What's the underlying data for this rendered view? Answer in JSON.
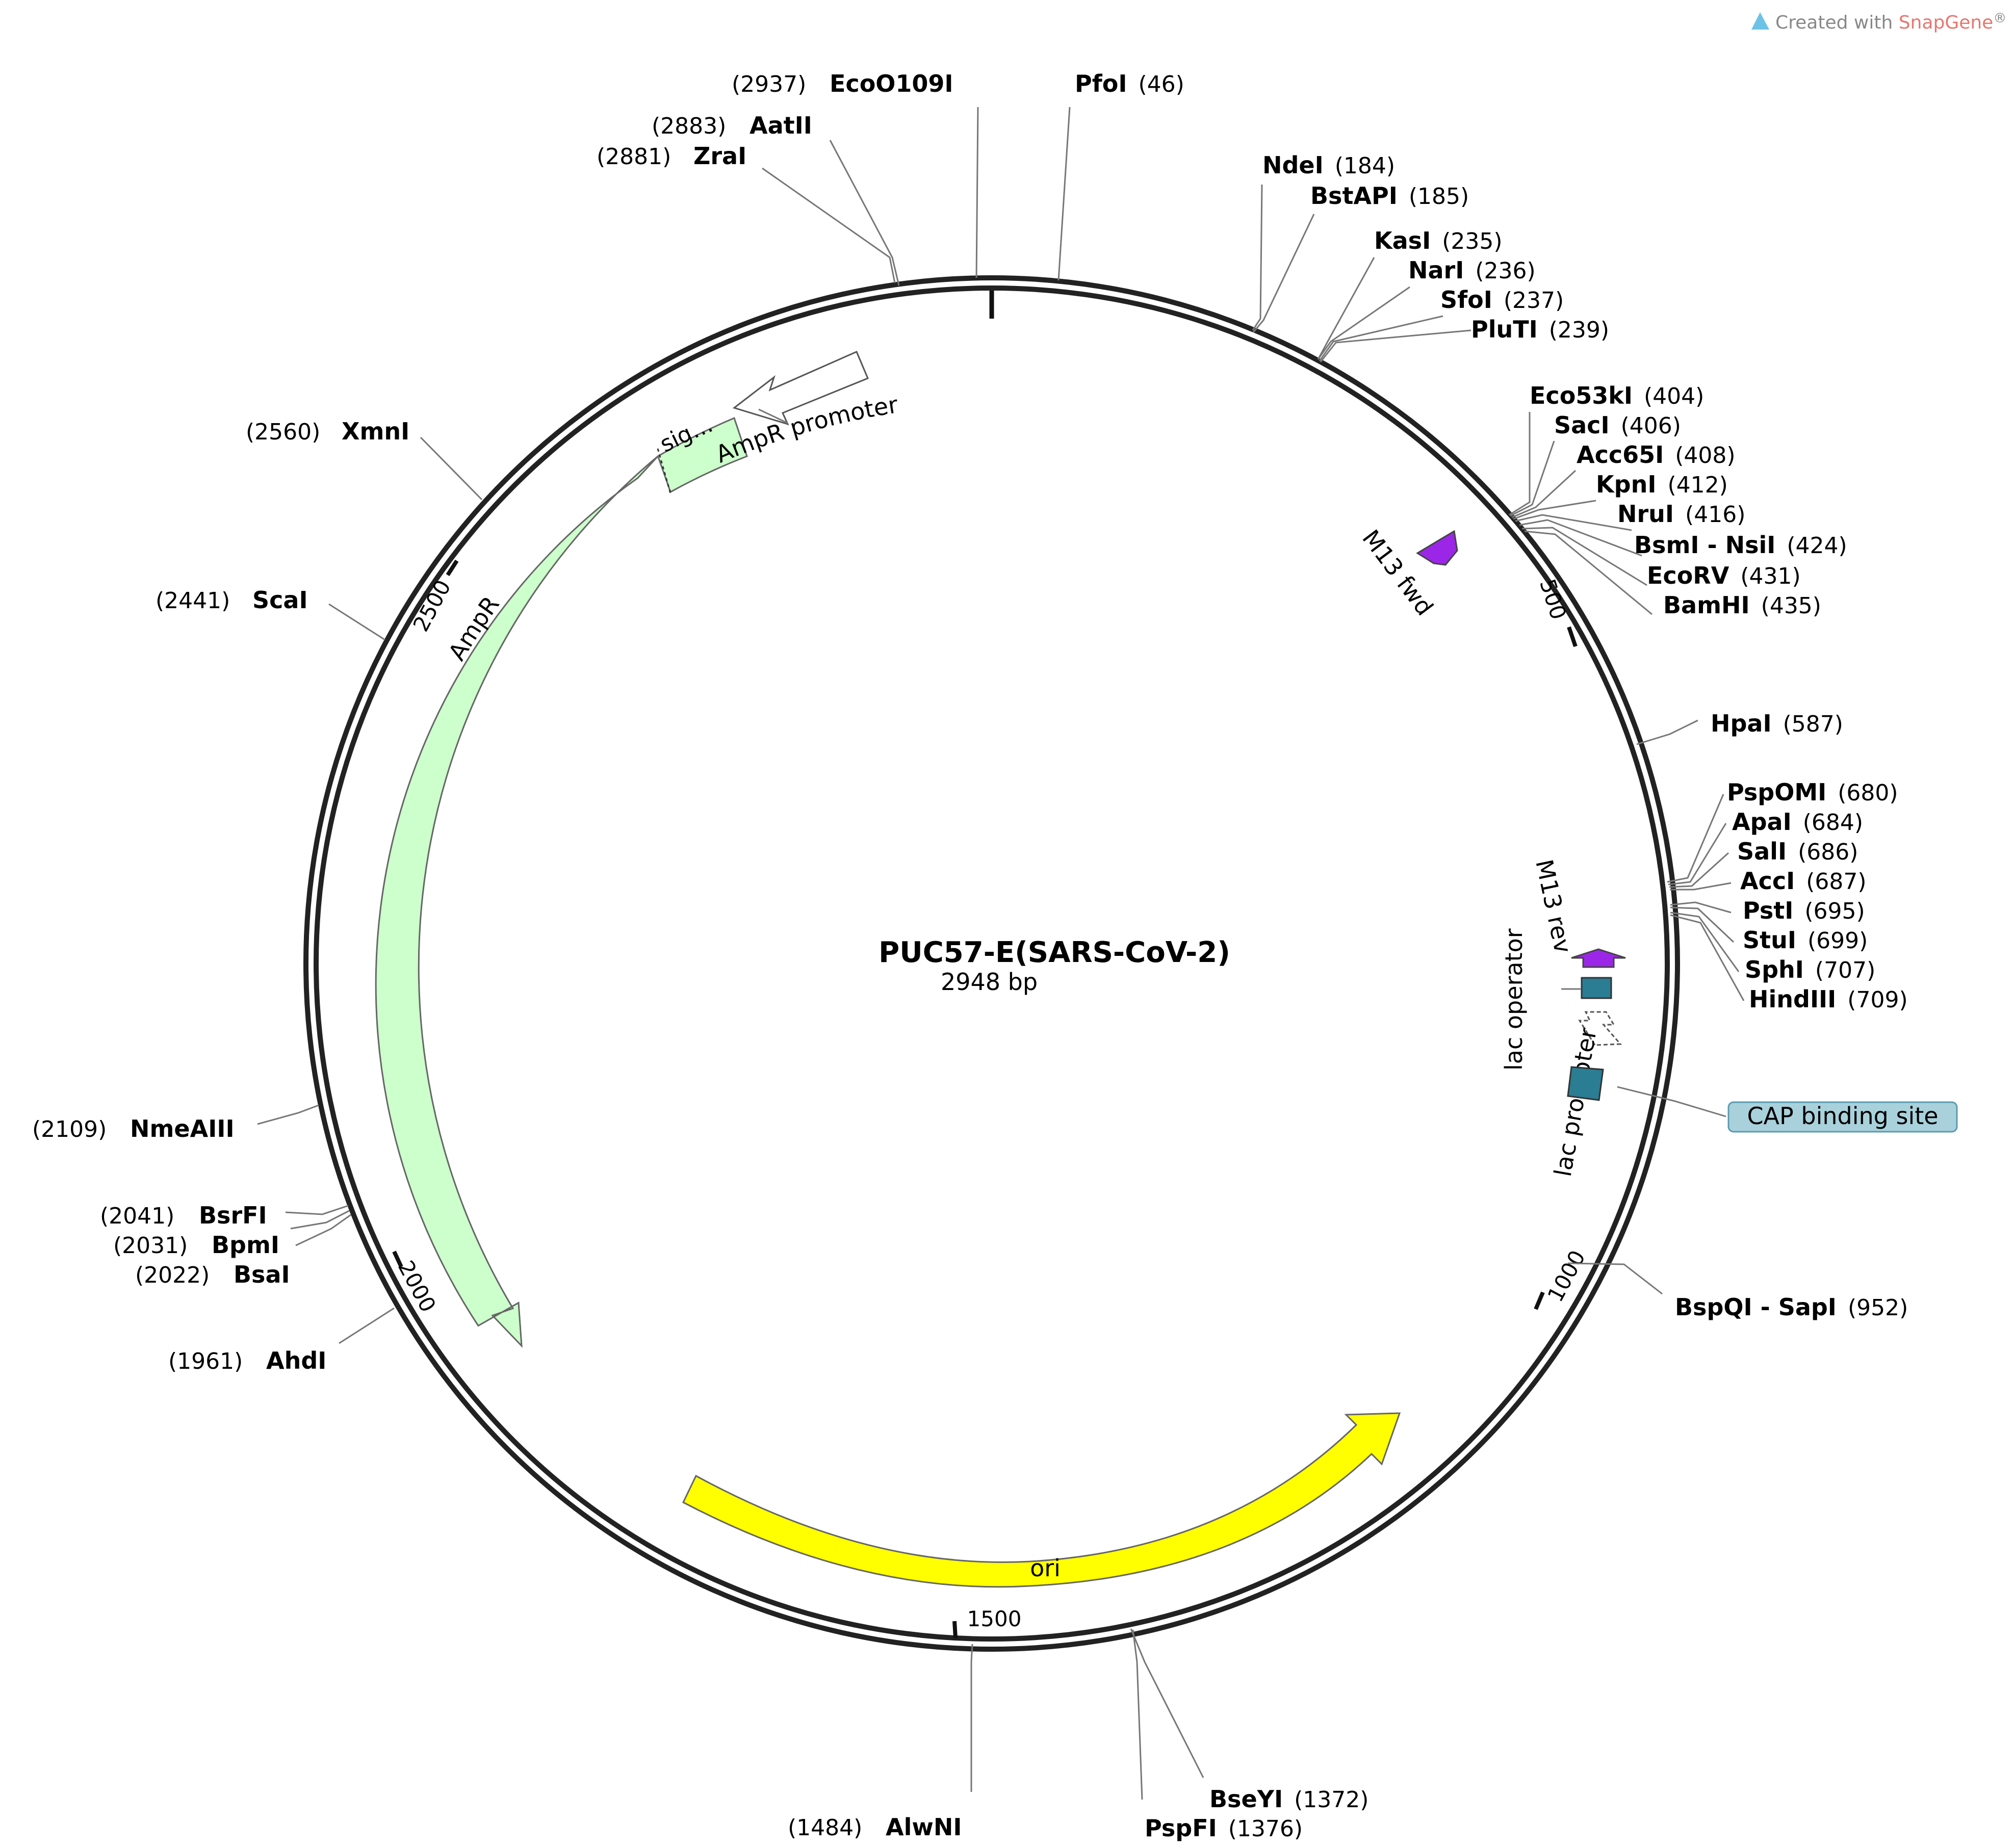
{
  "plasmid": {
    "name": "PUC57-E(SARS-CoV-2)",
    "length_label": "2948 bp",
    "length": 2948
  },
  "watermark": {
    "prefix": "Created with ",
    "brand": "SnapGene",
    "suffix": "®"
  },
  "colors": {
    "backbone": "#222222",
    "ampr": "#ccffcc",
    "ori": "#ffff00",
    "m13": "#9b26e8",
    "lac_operator": "#2a7d93",
    "cap": "#a8d1dc"
  },
  "ticks": [
    {
      "bp": 500,
      "label": "500"
    },
    {
      "bp": 1000,
      "label": "1000"
    },
    {
      "bp": 1500,
      "label": "1500"
    },
    {
      "bp": 2000,
      "label": "2000"
    },
    {
      "bp": 2500,
      "label": "2500"
    }
  ],
  "features": [
    {
      "id": "ampr",
      "label": "AmpR",
      "icon": "arrow-ccw"
    },
    {
      "id": "ampr_sig",
      "label": "sig…",
      "icon": "signal-segment"
    },
    {
      "id": "ampr_promoter",
      "label": "AmpR promoter",
      "icon": "open-arrow"
    },
    {
      "id": "ori",
      "label": "ori",
      "icon": "arrow-cw"
    },
    {
      "id": "m13_fwd",
      "label": "M13 fwd",
      "icon": "primer-arrow"
    },
    {
      "id": "m13_rev",
      "label": "M13 rev",
      "icon": "primer-arrow"
    },
    {
      "id": "lac_operator",
      "label": "lac operator",
      "icon": "box"
    },
    {
      "id": "lac_promoter",
      "label": "lac promoter",
      "icon": "open-arrow"
    },
    {
      "id": "cap_binding_site",
      "label": "CAP binding site",
      "icon": "box"
    }
  ],
  "enzymes": [
    {
      "name": "EcoO109I",
      "pos": "(2937)"
    },
    {
      "name": "PfoI",
      "pos": "(46)"
    },
    {
      "name": "AatII",
      "pos": "(2883)"
    },
    {
      "name": "ZraI",
      "pos": "(2881)"
    },
    {
      "name": "NdeI",
      "pos": "(184)"
    },
    {
      "name": "BstAPI",
      "pos": "(185)"
    },
    {
      "name": "KasI",
      "pos": "(235)"
    },
    {
      "name": "NarI",
      "pos": "(236)"
    },
    {
      "name": "SfoI",
      "pos": "(237)"
    },
    {
      "name": "PluTI",
      "pos": "(239)"
    },
    {
      "name": "XmnI",
      "pos": "(2560)"
    },
    {
      "name": "Eco53kI",
      "pos": "(404)"
    },
    {
      "name": "SacI",
      "pos": "(406)"
    },
    {
      "name": "Acc65I",
      "pos": "(408)"
    },
    {
      "name": "KpnI",
      "pos": "(412)"
    },
    {
      "name": "NruI",
      "pos": "(416)"
    },
    {
      "name": "BsmI - NsiI",
      "pos": "(424)"
    },
    {
      "name": "EcoRV",
      "pos": "(431)"
    },
    {
      "name": "BamHI",
      "pos": "(435)"
    },
    {
      "name": "ScaI",
      "pos": "(2441)"
    },
    {
      "name": "HpaI",
      "pos": "(587)"
    },
    {
      "name": "PspOMI",
      "pos": "(680)"
    },
    {
      "name": "ApaI",
      "pos": "(684)"
    },
    {
      "name": "SalI",
      "pos": "(686)"
    },
    {
      "name": "AccI",
      "pos": "(687)"
    },
    {
      "name": "PstI",
      "pos": "(695)"
    },
    {
      "name": "StuI",
      "pos": "(699)"
    },
    {
      "name": "SphI",
      "pos": "(707)"
    },
    {
      "name": "HindIII",
      "pos": "(709)"
    },
    {
      "name": "NmeAIII",
      "pos": "(2109)"
    },
    {
      "name": "BsrFI",
      "pos": "(2041)"
    },
    {
      "name": "BpmI",
      "pos": "(2031)"
    },
    {
      "name": "BsaI",
      "pos": "(2022)"
    },
    {
      "name": "BspQI - SapI",
      "pos": "(952)"
    },
    {
      "name": "AhdI",
      "pos": "(1961)"
    },
    {
      "name": "BseYI",
      "pos": "(1372)"
    },
    {
      "name": "AlwNI",
      "pos": "(1484)"
    },
    {
      "name": "PspFI",
      "pos": "(1376)"
    }
  ]
}
